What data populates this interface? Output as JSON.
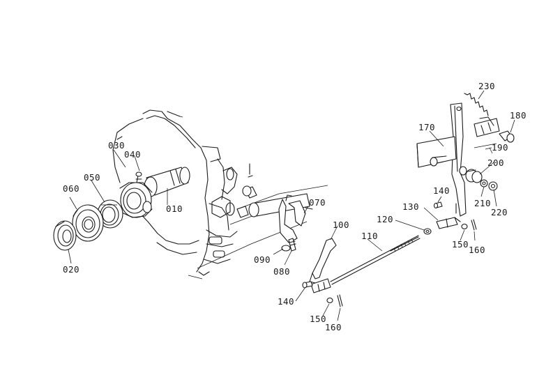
{
  "labels": {
    "p010": "010",
    "p020": "020",
    "p030": "030",
    "p040": "040",
    "p050": "050",
    "p060": "060",
    "p070": "070",
    "p080": "080",
    "p090": "090",
    "p100": "100",
    "p110": "110",
    "p120": "120",
    "p130": "130",
    "p140a": "140",
    "p140b": "140",
    "p150a": "150",
    "p150b": "150",
    "p160a": "160",
    "p160b": "160",
    "p170": "170",
    "p180": "180",
    "p190": "190",
    "p200": "200",
    "p210": "210",
    "p220": "220",
    "p230": "230"
  }
}
